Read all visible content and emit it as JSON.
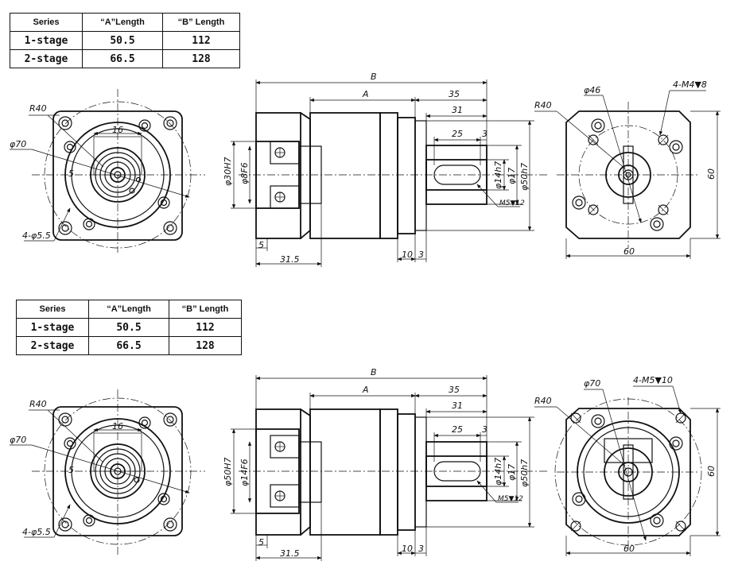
{
  "tables": [
    {
      "headers": [
        "Series",
        "“A”Length",
        "“B” Length"
      ],
      "rows": [
        [
          "1-stage",
          "50.5",
          "112"
        ],
        [
          "2-stage",
          "66.5",
          "128"
        ]
      ]
    },
    {
      "headers": [
        "Series",
        "“A”Length",
        "“B” Length"
      ],
      "rows": [
        [
          "1-stage",
          "50.5",
          "112"
        ],
        [
          "2-stage",
          "66.5",
          "128"
        ]
      ]
    }
  ],
  "top": {
    "left": {
      "r40": "R40",
      "phi70": "φ70",
      "d16": "16",
      "d5": "5",
      "holes": "4-φ5.5"
    },
    "side": {
      "B": "B",
      "A": "A",
      "d35": "35",
      "d31": "31",
      "d25": "25",
      "d3a": "3",
      "bore_outer": "φ30H7",
      "bore_inner": "φ8F6",
      "shaft1": "φ14h7",
      "shaft2": "φ17",
      "spigot": "φ50h7",
      "tap": "M5▼12",
      "d5": "5",
      "d315": "31.5",
      "d10": "10",
      "d3b": "3"
    },
    "right": {
      "r40": "R40",
      "phi46": "φ46",
      "holes": "4-M4▼8",
      "d60w": "60",
      "d60h": "60"
    }
  },
  "bottom": {
    "left": {
      "r40": "R40",
      "phi70": "φ70",
      "d16": "16",
      "d5": "5",
      "holes": "4-φ5.5"
    },
    "side": {
      "B": "B",
      "A": "A",
      "d35": "35",
      "d31": "31",
      "d25": "25",
      "d3a": "3",
      "bore_outer": "φ50H7",
      "bore_inner": "φ14F6",
      "shaft1": "φ14h7",
      "shaft2": "φ17",
      "spigot": "φ50h7",
      "tap": "M5▼12",
      "d5": "5",
      "d315": "31.5",
      "d10": "10",
      "d3b": "3"
    },
    "right": {
      "r40": "R40",
      "phi70": "φ70",
      "holes": "4-M5▼10",
      "d60w": "60",
      "d60h": "60"
    }
  }
}
